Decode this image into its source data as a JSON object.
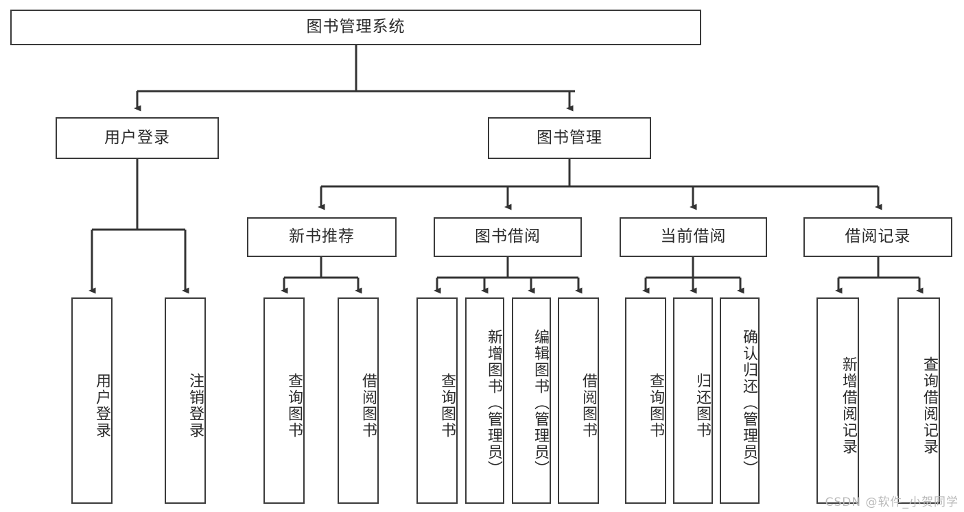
{
  "diagram": {
    "title": "图书管理系统",
    "type": "hierarchy-tree",
    "watermark": "CSDN @软件_小贺同学",
    "colors": {
      "box_border": "#3a3a3a",
      "box_fill": "#ffffff",
      "line": "#333333",
      "text": "#2b2b2b",
      "watermark": "#b9b9b9",
      "background": "#ffffff"
    },
    "root": {
      "label": "图书管理系统"
    },
    "level2": [
      {
        "id": "user-login",
        "label": "用户登录"
      },
      {
        "id": "book-manage",
        "label": "图书管理"
      }
    ],
    "level3": [
      {
        "id": "new-book-recommend",
        "label": "新书推荐"
      },
      {
        "id": "book-borrow",
        "label": "图书借阅"
      },
      {
        "id": "current-borrow",
        "label": "当前借阅"
      },
      {
        "id": "borrow-record",
        "label": "借阅记录"
      }
    ],
    "leaves": {
      "user_login": [
        {
          "id": "leaf-user-login",
          "label": "用户登录"
        },
        {
          "id": "leaf-logout-login",
          "label": "注销登录"
        }
      ],
      "new_book_recommend": [
        {
          "id": "leaf-query-book-1",
          "label": "查询图书"
        },
        {
          "id": "leaf-borrow-book-1",
          "label": "借阅图书"
        }
      ],
      "book_borrow": [
        {
          "id": "leaf-query-book-2",
          "label": "查询图书"
        },
        {
          "id": "leaf-add-book",
          "label": "新增图书（管理员）"
        },
        {
          "id": "leaf-edit-book",
          "label": "编辑图书（管理员）"
        },
        {
          "id": "leaf-borrow-book-2",
          "label": "借阅图书"
        }
      ],
      "current_borrow": [
        {
          "id": "leaf-query-book-3",
          "label": "查询图书"
        },
        {
          "id": "leaf-return-book",
          "label": "归还图书"
        },
        {
          "id": "leaf-confirm-return",
          "label": "确认归还（管理员）"
        }
      ],
      "borrow_record": [
        {
          "id": "leaf-add-record",
          "label": "新增借阅记录"
        },
        {
          "id": "leaf-query-record",
          "label": "查询借阅记录"
        }
      ]
    }
  }
}
